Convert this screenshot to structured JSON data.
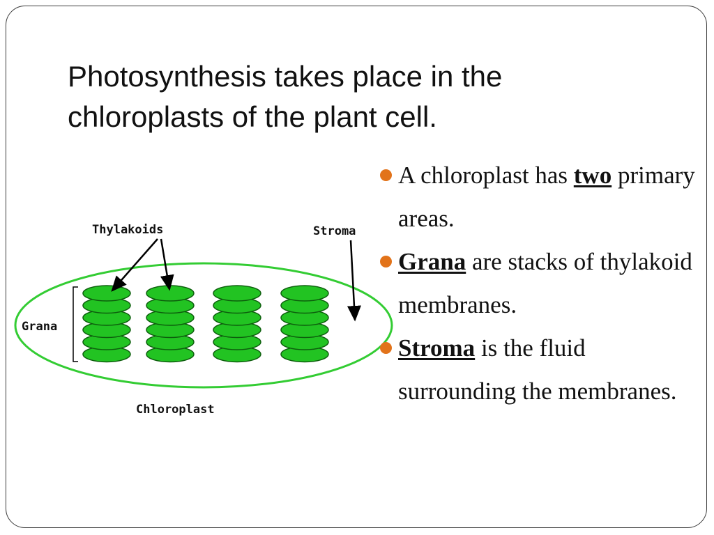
{
  "slide": {
    "title": "Photosynthesis takes place in the chloroplasts of the plant cell."
  },
  "diagram": {
    "labels": {
      "thylakoids": "Thylakoids",
      "stroma": "Stroma",
      "grana": "Grana",
      "chloroplast": "Chloroplast"
    },
    "colors": {
      "membrane": "#33cc33",
      "granum_fill": "#22c322",
      "granum_stroke": "#0d5e0d",
      "arrow": "#000000"
    },
    "grana_count": 4,
    "discs_per_granum": 6
  },
  "bullets": [
    {
      "pre": "A chloroplast has ",
      "emph": "two",
      "post": " primary areas."
    },
    {
      "pre": "",
      "emph": "Grana",
      "post": " are stacks of thylakoid membranes."
    },
    {
      "pre": "",
      "emph": "Stroma",
      "post": " is the fluid surrounding the membranes."
    }
  ],
  "theme": {
    "bullet_color": "#e2731a"
  }
}
